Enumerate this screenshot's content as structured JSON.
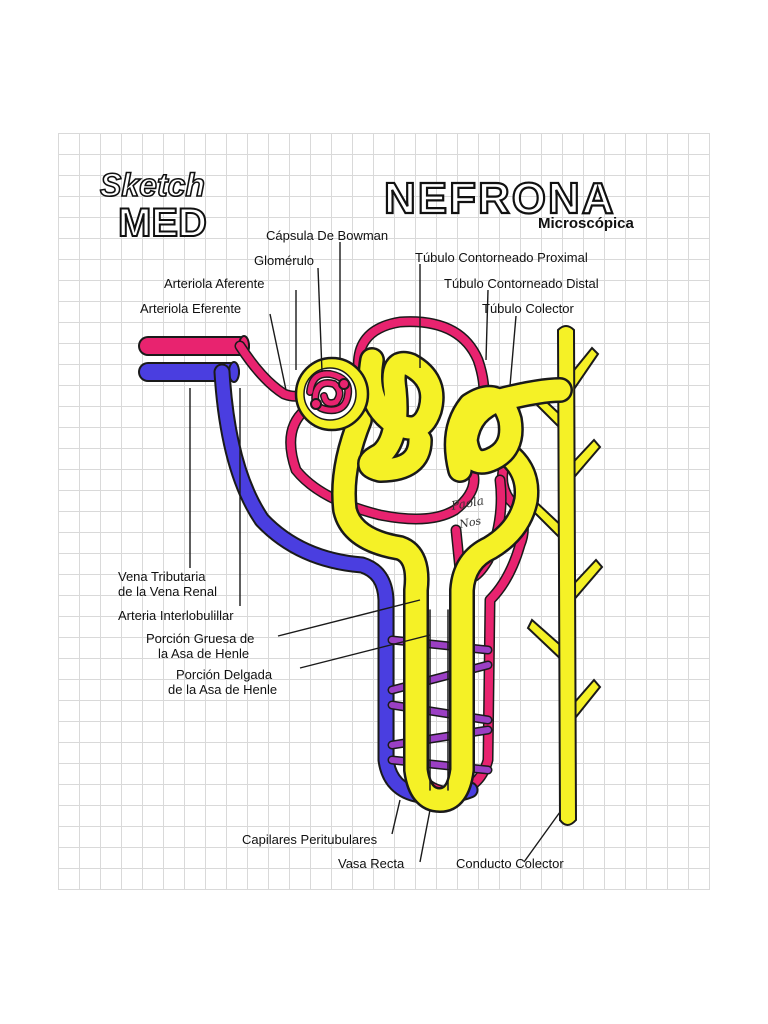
{
  "logo": {
    "line1": "Sketch",
    "line2": "MED"
  },
  "title": {
    "main": "NEFRONA",
    "sub": "Microscópica"
  },
  "signature": {
    "line1": "Paola",
    "line2": "Nos"
  },
  "labels": {
    "capsula_bowman": "Cápsula De Bowman",
    "glomerulo": "Glomérulo",
    "arteriola_aferente": "Arteriola Aferente",
    "arteriola_eferente": "Arteriola Eferente",
    "tubulo_proximal": "Túbulo Contorneado Proximal",
    "tubulo_distal": "Túbulo Contorneado Distal",
    "tubulo_colector": "Túbulo Colector",
    "vena_tributaria_1": "Vena Tributaria",
    "vena_tributaria_2": "de la Vena Renal",
    "arteria_interlobulillar": "Arteria Interlobulillar",
    "porcion_gruesa_1": "Porción Gruesa de",
    "porcion_gruesa_2": "la Asa de Henle",
    "porcion_delgada_1": "Porción Delgada",
    "porcion_delgada_2": "de la Asa de Henle",
    "capilares_peritubulares": "Capilares Peritubulares",
    "vasa_recta": "Vasa Recta",
    "conducto_colector": "Conducto Colector"
  },
  "colors": {
    "artery": "#e8236f",
    "vein": "#4a3ee0",
    "tubule": "#f5f126",
    "capillary": "#9b3fc4",
    "outline": "#1a1a1a",
    "grid": "#d9d9d9"
  }
}
